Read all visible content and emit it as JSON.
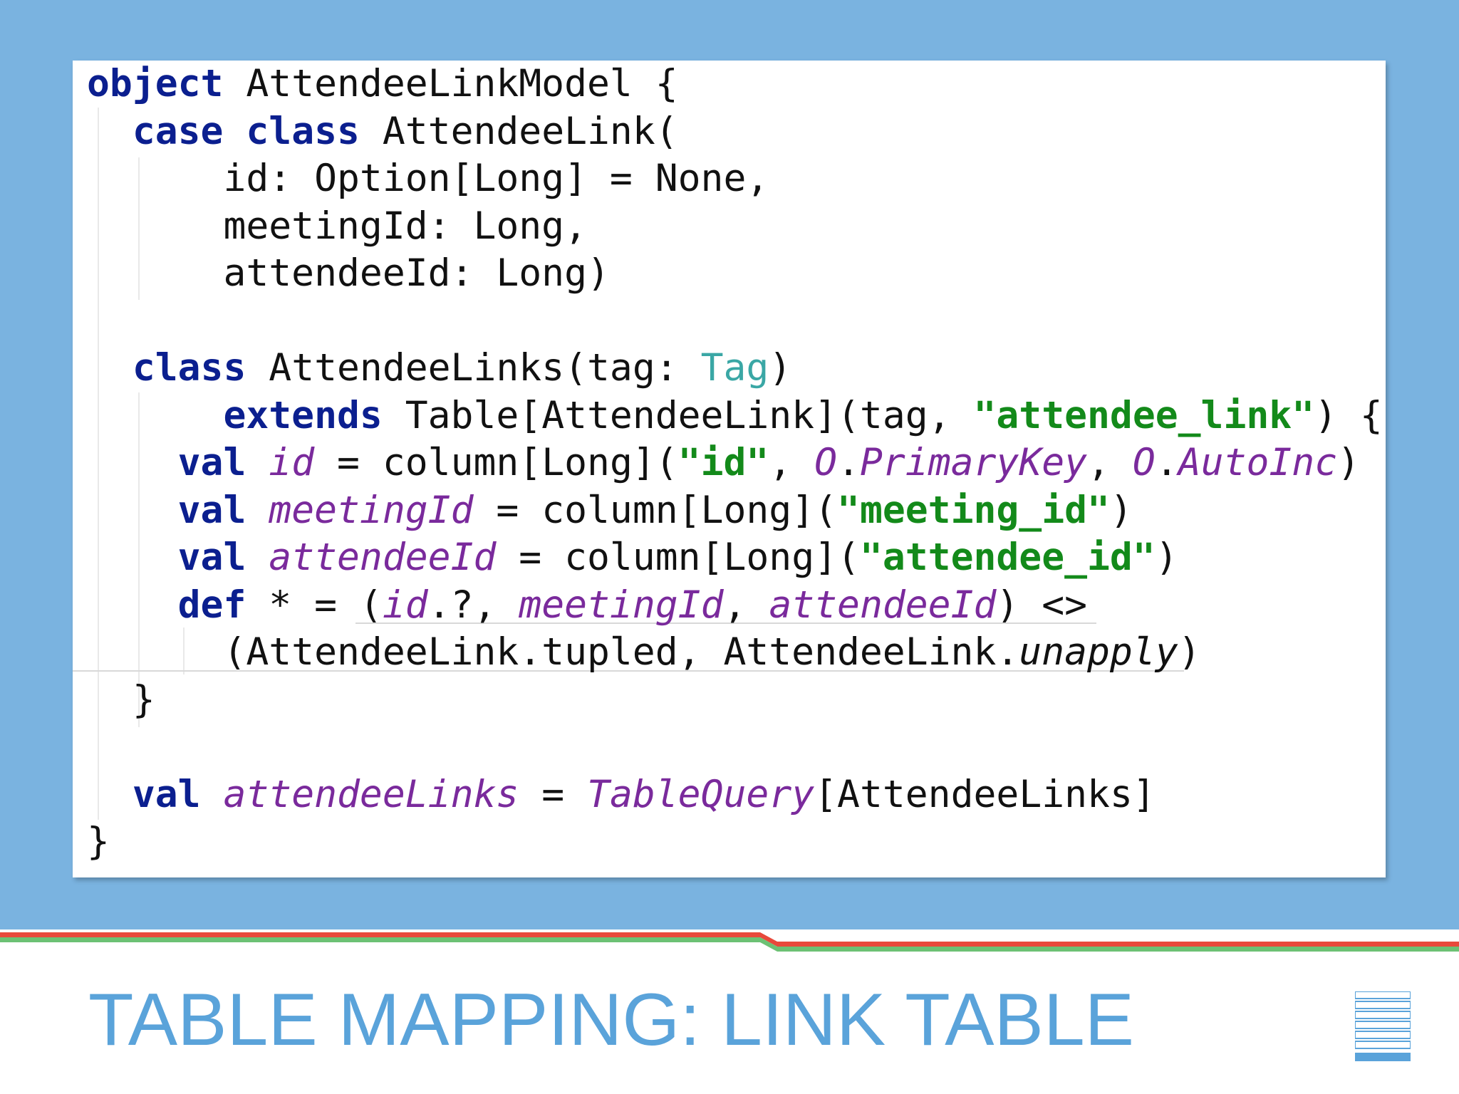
{
  "code": {
    "lines": [
      {
        "segments": [
          {
            "t": "object",
            "c": "kw"
          },
          {
            "t": " AttendeeLinkModel {",
            "c": ""
          }
        ]
      },
      {
        "segments": [
          {
            "t": "  ",
            "c": ""
          },
          {
            "t": "case",
            "c": "kw"
          },
          {
            "t": " ",
            "c": ""
          },
          {
            "t": "class",
            "c": "kw"
          },
          {
            "t": " AttendeeLink(",
            "c": ""
          }
        ]
      },
      {
        "segments": [
          {
            "t": "      id: Option[Long] = None,",
            "c": ""
          }
        ]
      },
      {
        "segments": [
          {
            "t": "      meetingId: Long,",
            "c": ""
          }
        ]
      },
      {
        "segments": [
          {
            "t": "      attendeeId: Long)",
            "c": ""
          }
        ]
      },
      {
        "segments": [
          {
            "t": "",
            "c": ""
          }
        ]
      },
      {
        "segments": [
          {
            "t": "  ",
            "c": ""
          },
          {
            "t": "class",
            "c": "kw"
          },
          {
            "t": " AttendeeLinks(tag: ",
            "c": ""
          },
          {
            "t": "Tag",
            "c": "teal"
          },
          {
            "t": ")",
            "c": ""
          }
        ]
      },
      {
        "segments": [
          {
            "t": "      ",
            "c": ""
          },
          {
            "t": "extends",
            "c": "kw"
          },
          {
            "t": " Table[AttendeeLink](tag, ",
            "c": ""
          },
          {
            "t": "\"attendee_link\"",
            "c": "str"
          },
          {
            "t": ") {",
            "c": ""
          }
        ]
      },
      {
        "segments": [
          {
            "t": "    ",
            "c": ""
          },
          {
            "t": "val",
            "c": "kw"
          },
          {
            "t": " ",
            "c": ""
          },
          {
            "t": "id",
            "c": "fld"
          },
          {
            "t": " = column[Long](",
            "c": ""
          },
          {
            "t": "\"id\"",
            "c": "str"
          },
          {
            "t": ", ",
            "c": ""
          },
          {
            "t": "O",
            "c": "fld"
          },
          {
            "t": ".",
            "c": ""
          },
          {
            "t": "PrimaryKey",
            "c": "fld"
          },
          {
            "t": ", ",
            "c": ""
          },
          {
            "t": "O",
            "c": "fld"
          },
          {
            "t": ".",
            "c": ""
          },
          {
            "t": "AutoInc",
            "c": "fld"
          },
          {
            "t": ")",
            "c": ""
          }
        ]
      },
      {
        "segments": [
          {
            "t": "    ",
            "c": ""
          },
          {
            "t": "val",
            "c": "kw"
          },
          {
            "t": " ",
            "c": ""
          },
          {
            "t": "meetingId",
            "c": "fld"
          },
          {
            "t": " = column[Long](",
            "c": ""
          },
          {
            "t": "\"meeting_id\"",
            "c": "str"
          },
          {
            "t": ")",
            "c": ""
          }
        ]
      },
      {
        "segments": [
          {
            "t": "    ",
            "c": ""
          },
          {
            "t": "val",
            "c": "kw"
          },
          {
            "t": " ",
            "c": ""
          },
          {
            "t": "attendeeId",
            "c": "fld"
          },
          {
            "t": " = column[Long](",
            "c": ""
          },
          {
            "t": "\"attendee_id\"",
            "c": "str"
          },
          {
            "t": ")",
            "c": ""
          }
        ]
      },
      {
        "segments": [
          {
            "t": "    ",
            "c": ""
          },
          {
            "t": "def",
            "c": "kw"
          },
          {
            "t": " * = (",
            "c": ""
          },
          {
            "t": "id",
            "c": "fld"
          },
          {
            "t": ".?, ",
            "c": ""
          },
          {
            "t": "meetingId",
            "c": "fld"
          },
          {
            "t": ", ",
            "c": ""
          },
          {
            "t": "attendeeId",
            "c": "fld"
          },
          {
            "t": ") <>",
            "c": ""
          }
        ]
      },
      {
        "segments": [
          {
            "t": "      (AttendeeLink.tupled, AttendeeLink.",
            "c": ""
          },
          {
            "t": "unapply",
            "c": "unap"
          },
          {
            "t": ")",
            "c": ""
          }
        ]
      },
      {
        "segments": [
          {
            "t": "  }",
            "c": ""
          }
        ]
      },
      {
        "segments": [
          {
            "t": "",
            "c": ""
          }
        ]
      },
      {
        "segments": [
          {
            "t": "  ",
            "c": ""
          },
          {
            "t": "val",
            "c": "kw"
          },
          {
            "t": " ",
            "c": ""
          },
          {
            "t": "attendeeLinks",
            "c": "fld"
          },
          {
            "t": " = ",
            "c": ""
          },
          {
            "t": "TableQuery",
            "c": "fld"
          },
          {
            "t": "[AttendeeLinks]",
            "c": ""
          }
        ]
      },
      {
        "segments": [
          {
            "t": "}",
            "c": ""
          }
        ]
      }
    ]
  },
  "slide": {
    "title": "TABLE MAPPING: LINK TABLE",
    "icon": "stacked-bars-icon"
  },
  "colors": {
    "background": "#7ab3e0",
    "keyword": "#0b1f8f",
    "string": "#138a1a",
    "field": "#7a2a9c",
    "type": "#3aa7a5",
    "title": "#5aa3da",
    "stripe_red": "#e8493b",
    "stripe_green": "#6cc174"
  }
}
